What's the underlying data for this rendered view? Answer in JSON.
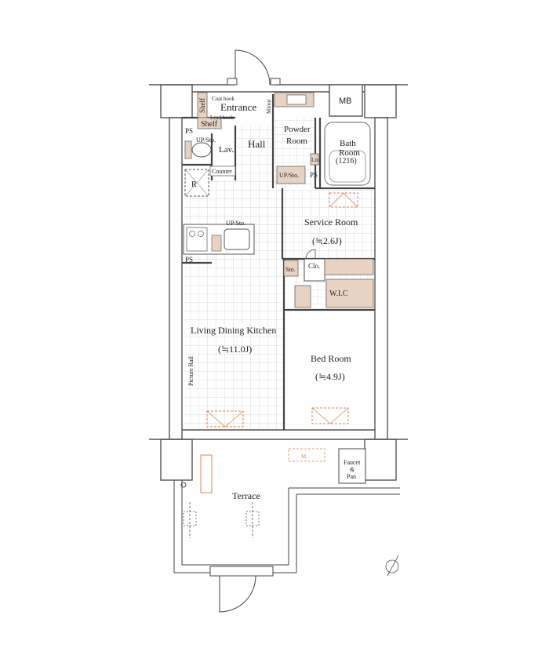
{
  "rooms": {
    "entrance": "Entrance",
    "hall": "Hall",
    "powder_room_1": "Powder",
    "powder_room_2": "Room",
    "bath_1": "Bath",
    "bath_2": "Room",
    "bath_size": "(1216)",
    "mb": "MB",
    "lav": "Lav.",
    "service_room": "Service Room",
    "service_room_area": "(≒2.6J)",
    "ldk": "Living Dining Kitchen",
    "ldk_area": "(≒11.0J)",
    "bed_room": "Bed Room",
    "bed_room_area": "(≒4.9J)",
    "terrace": "Terrace",
    "wic": "W.I.C",
    "faucet_1": "Faucet",
    "faucet_2": "&",
    "faucet_3": "Pan"
  },
  "labels": {
    "shelf_1": "Shelf",
    "shelf_2": "Shelf",
    "coat_hook": "Coat hook",
    "lead_hook": "Lead hook",
    "mirror": "Mirror",
    "ps_1": "PS",
    "ps_2": "PS",
    "ps_3": "PS",
    "up_sto_1": "UP/Sto.",
    "up_sto_2": "UP/Sto.",
    "up_sto_3": "UP/Sto.",
    "counter": "Counter",
    "r": "R",
    "lin": "Lin.",
    "clo": "Clo.",
    "sto": "Sto.",
    "picture_rail": "Picture Rail",
    "m": "M"
  },
  "colors": {
    "wall": "#555555",
    "wall_fill": "#ffffff",
    "accent": "#e08050",
    "storage_fill": "#e8d3c3",
    "grid": "#cfcfcf",
    "line": "#333333"
  }
}
